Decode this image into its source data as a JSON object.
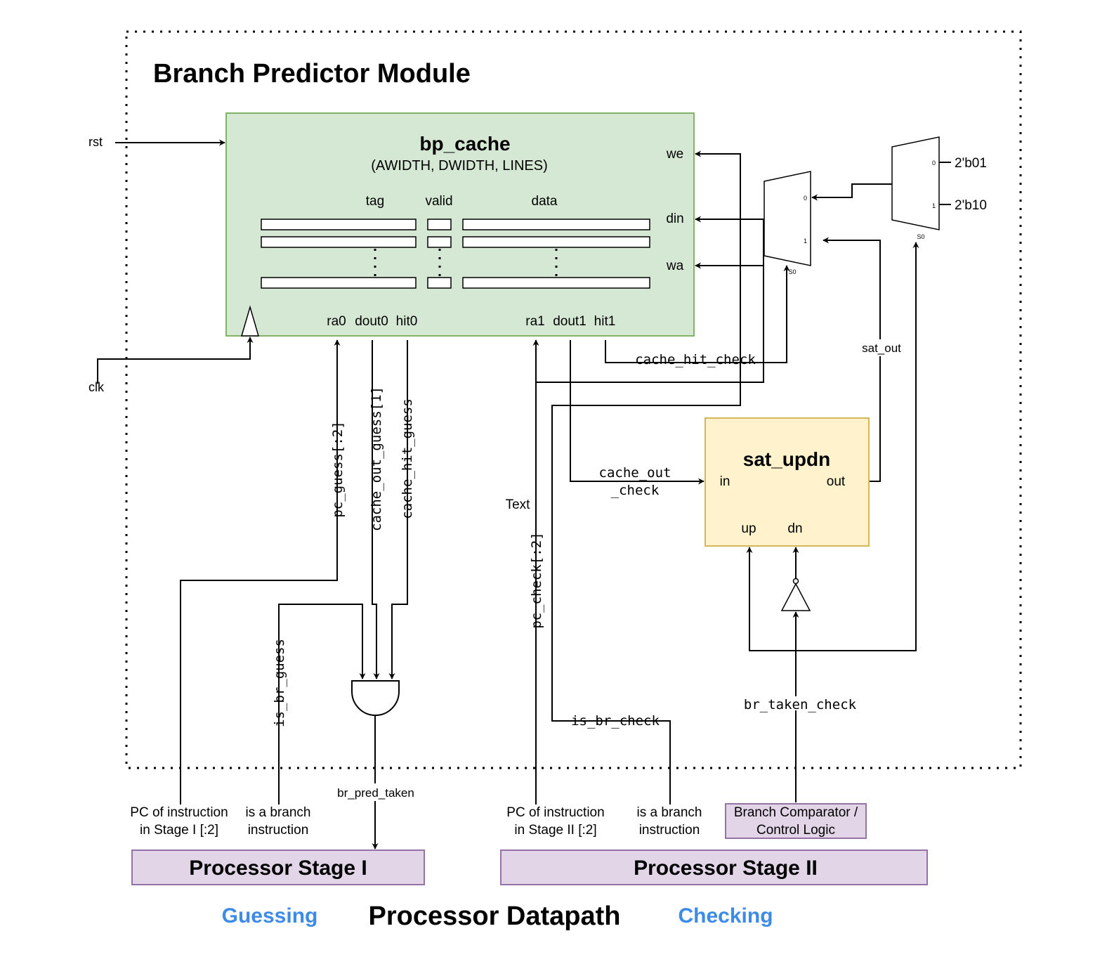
{
  "module_title": "Branch Predictor Module",
  "bp_cache": {
    "name": "bp_cache",
    "params": "(AWIDTH, DWIDTH, LINES)",
    "fields": {
      "tag": "tag",
      "valid": "valid",
      "data": "data"
    },
    "ports": {
      "we": "we",
      "din": "din",
      "wa": "wa",
      "ra0": "ra0",
      "dout0": "dout0",
      "hit0": "hit0",
      "ra1": "ra1",
      "dout1": "dout1",
      "hit1": "hit1"
    },
    "fill_color": "#d5e8d4",
    "border_color": "#82b366"
  },
  "sat_updn": {
    "name": "sat_updn",
    "ports": {
      "in": "in",
      "out": "out",
      "up": "up",
      "dn": "dn"
    },
    "fill_color": "#fff2cc",
    "border_color": "#d6b656"
  },
  "signals": {
    "rst": "rst",
    "clk": "clk",
    "pc_guess": "pc_guess[:2]",
    "cache_out_guess": "cache_out_guess[1]",
    "cache_hit_guess": "cache_hit_guess",
    "is_br_guess": "is_br_guess",
    "br_pred_taken": "br_pred_taken",
    "pc_check": "pc_check[:2]",
    "cache_hit_check": "cache_hit_check",
    "cache_out_check_line1": "cache_out",
    "cache_out_check_line2": "_check",
    "sat_out": "sat_out",
    "is_br_check": "is_br_check",
    "br_taken_check": "br_taken_check",
    "text_label": "Text"
  },
  "mux": {
    "const_01": "2'b01",
    "const_10": "2'b10",
    "in0": "0",
    "in1": "1",
    "sel": "S0"
  },
  "bottom_labels": {
    "pc_stage1_line1": "PC  of instruction",
    "pc_stage1_line2": "in Stage I [:2]",
    "is_branch1_line1": "is a branch",
    "is_branch1_line2": "instruction",
    "pc_stage2_line1": "PC  of instruction",
    "pc_stage2_line2": "in Stage II [:2]",
    "is_branch2_line1": "is a branch",
    "is_branch2_line2": "instruction",
    "comparator_line1": "Branch Comparator /",
    "comparator_line2": "Control Logic"
  },
  "stages": {
    "stage1": "Processor Stage I",
    "stage2": "Processor Stage II",
    "fill_color": "#e1d5e7",
    "border_color": "#9673a6"
  },
  "footer": {
    "guessing": "Guessing",
    "datapath": "Processor Datapath",
    "checking": "Checking",
    "accent_color": "#3d8be8"
  }
}
